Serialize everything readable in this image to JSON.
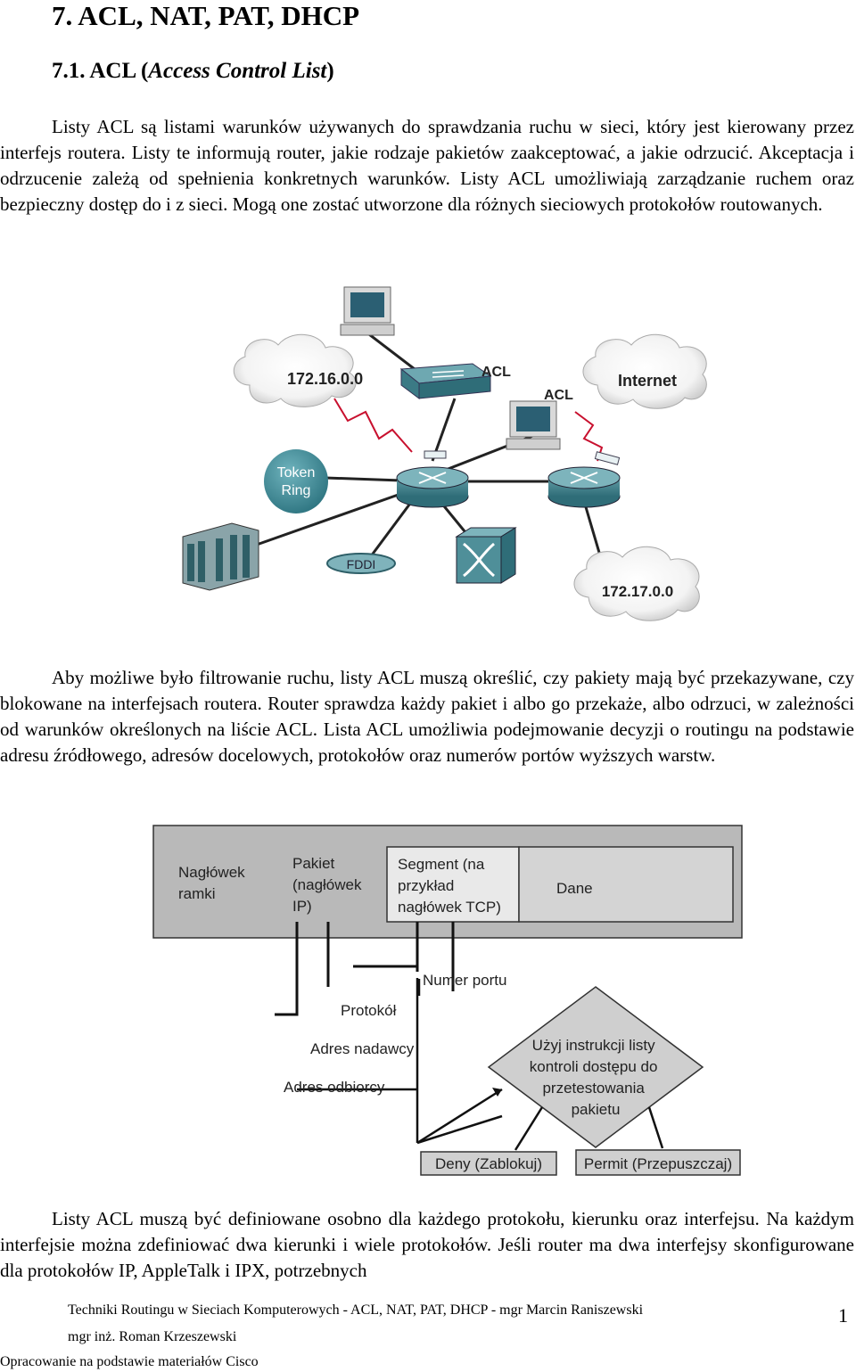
{
  "heading": "7. ACL, NAT, PAT, DHCP",
  "subheading": "7.1. ACL (Access Control List)",
  "paragraph1": "Listy ACL są listami warunków używanych do sprawdzania ruchu w sieci, który jest kierowany przez interfejs routera. Listy te informują router, jakie rodzaje pakietów zaakceptować, a jakie odrzucić. Akceptacja i odrzucenie zależą od spełnienia konkretnych warunków. Listy ACL umożliwiają zarządzanie ruchem oraz bezpieczny dostęp do i z sieci. Mogą one zostać utworzone dla różnych sieciowych protokołów routowanych.",
  "figure1": {
    "cloud_left": "172.16.0.0",
    "cloud_right": "Internet",
    "cloud_bottom": "172.17.0.0",
    "acl_label_1": "ACL",
    "acl_label_2": "ACL",
    "token_ring_line1": "Token",
    "token_ring_line2": "Ring",
    "fddi": "FDDI"
  },
  "paragraph2": "Aby możliwe było filtrowanie ruchu, listy ACL muszą określić, czy pakiety mają być przekazywane, czy blokowane na interfejsach routera. Router sprawdza każdy pakiet i albo go przekaże, albo odrzuci, w zależności od warunków określonych na liście ACL. Lista ACL umożliwia podejmowanie decyzji o routingu na podstawie adresu źródłowego, adresów docelowych, protokołów oraz numerów portów wyższych warstw.",
  "figure2": {
    "frame_header_l1": "Nagłówek",
    "frame_header_l2": "ramki",
    "packet_l1": "Pakiet",
    "packet_l2": "(nagłówek",
    "packet_l3": "IP)",
    "segment_l1": "Segment (na",
    "segment_l2": "przykład",
    "segment_l3": "nagłówek TCP)",
    "data": "Dane",
    "port_number": "Numer portu",
    "protocol": "Protokół",
    "source_address": "Adres nadawcy",
    "destination_address": "Adres odbiorcy",
    "decision_l1": "Użyj instrukcji listy",
    "decision_l2": "kontroli dostępu do",
    "decision_l3": "przetestowania",
    "decision_l4": "pakietu",
    "deny": "Deny (Zablokuj)",
    "permit": "Permit (Przepuszczaj)"
  },
  "paragraph3": "Listy ACL muszą być definiowane osobno dla każdego protokołu, kierunku oraz interfejsu. Na każdym interfejsie można zdefiniować dwa kierunki i wiele protokołów. Jeśli router ma dwa interfejsy skonfigurowane dla protokołów IP, AppleTalk i IPX, potrzebnych",
  "footer": {
    "line1": "Techniki Routingu w Sieciach Komputerowych - ACL, NAT, PAT, DHCP - mgr Marcin Raniszewski",
    "line2": "mgr inż. Roman Krzeszewski",
    "line3": "Opracowanie na podstawie materiałów Cisco",
    "page_number": "1"
  }
}
